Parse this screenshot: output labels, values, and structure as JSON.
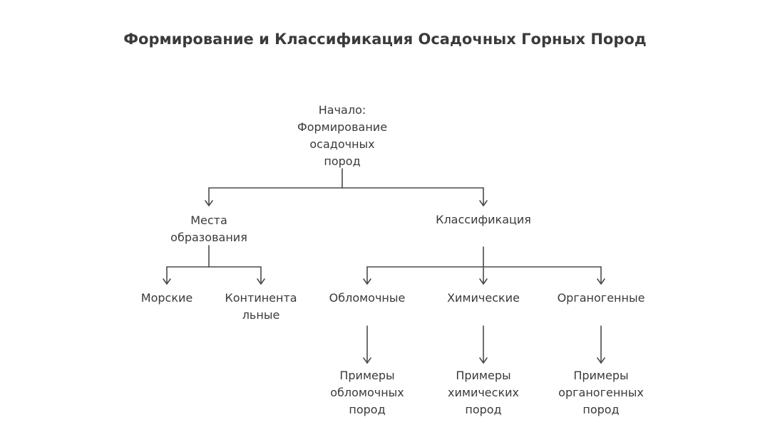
{
  "title": "Формирование и Классификация Осадочных Горных Пород",
  "nodes": {
    "root": "Начало:\nФормирование\nосадочных\nпород",
    "places": "Места\nобразования",
    "classification": "Классификация",
    "marine": "Морские",
    "continental": "Континента\nльные",
    "clastic": "Обломочные",
    "chemical": "Химические",
    "organogenic": "Органогенные",
    "clastic_examples": "Примеры\nобломочных\nпород",
    "chemical_examples": "Примеры\nхимических\nпород",
    "organogenic_examples": "Примеры\nорганогенных\nпород"
  }
}
